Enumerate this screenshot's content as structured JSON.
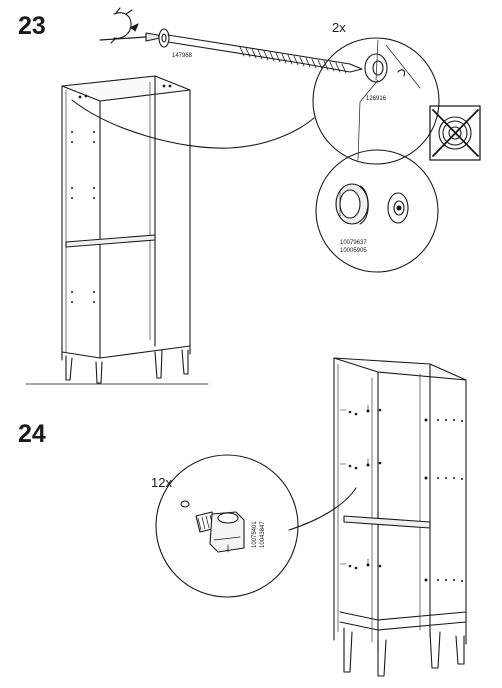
{
  "steps": [
    {
      "number": "23",
      "screw_part": "147968",
      "washer_qty": "2x",
      "washer_part": "126916",
      "cam_parts": [
        "10079637",
        "10005905"
      ],
      "wrong_icon": "crossed-out-circle-icon"
    },
    {
      "number": "24",
      "dowel_qty": "12x",
      "dowel_parts": [
        "10075401",
        "10043847"
      ]
    }
  ]
}
